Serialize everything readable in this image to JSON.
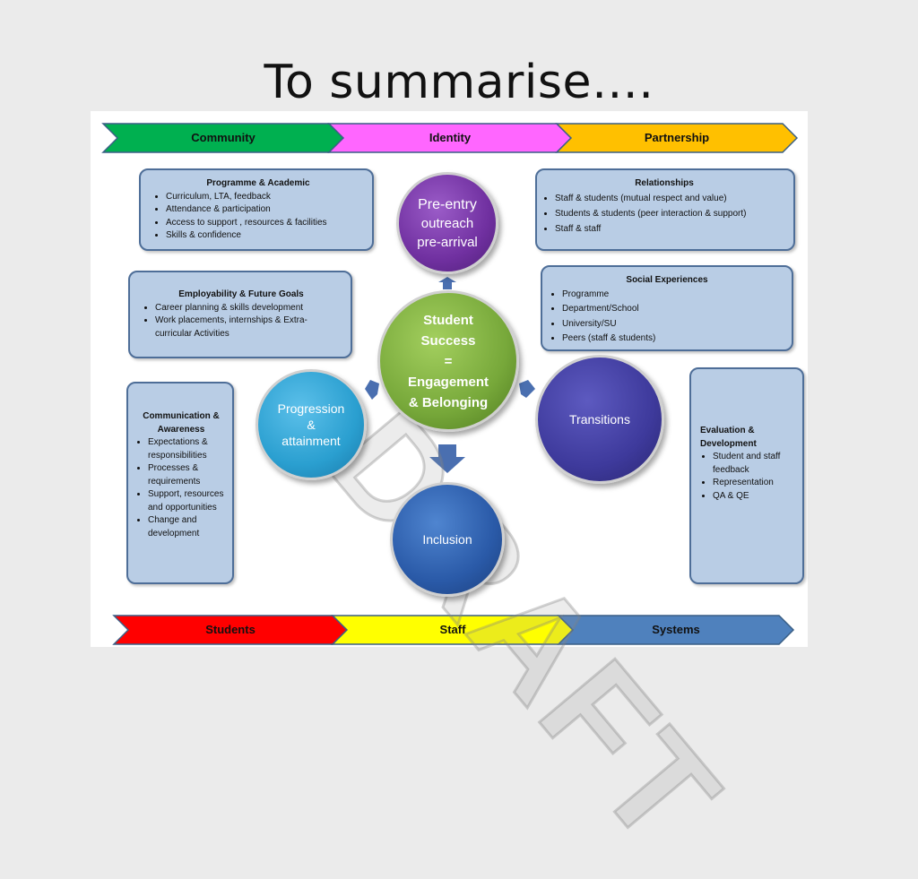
{
  "title": "To summarise….",
  "top_bar": [
    {
      "label": "Community",
      "color": "#00b050"
    },
    {
      "label": "Identity",
      "color": "#ff66ff"
    },
    {
      "label": "Partnership",
      "color": "#ffc000"
    }
  ],
  "bottom_bar": [
    {
      "label": "Students",
      "color": "#ff0000"
    },
    {
      "label": "Staff",
      "color": "#ffff00"
    },
    {
      "label": "Systems",
      "color": "#4f81bd"
    }
  ],
  "boxes": {
    "programme": {
      "title": "Programme & Academic",
      "items": [
        "Curriculum, LTA, feedback",
        "Attendance & participation",
        "Access to support , resources & facilities",
        "Skills & confidence"
      ]
    },
    "employability": {
      "title": "Employability & Future Goals",
      "items": [
        "Career planning & skills development",
        "Work placements, internships & Extra-curricular Activities"
      ]
    },
    "communication": {
      "title": "Communication & Awareness",
      "items": [
        "Expectations & responsibilities",
        "Processes & requirements",
        "Support, resources and opportunities",
        "Change and development"
      ]
    },
    "relationships": {
      "title": "Relationships",
      "items": [
        "Staff & students (mutual respect and value)",
        "Students & students (peer interaction & support)",
        "Staff & staff"
      ]
    },
    "social": {
      "title": "Social Experiences",
      "items": [
        "Programme",
        "Department/School",
        "University/SU",
        "Peers (staff & students)"
      ]
    },
    "evaluation": {
      "title": "Evaluation & Development",
      "items": [
        "Student and staff feedback",
        "Representation",
        "QA & QE"
      ]
    }
  },
  "circles": {
    "preentry": {
      "line1": "Pre-entry",
      "line2": "outreach",
      "line3": "pre-arrival",
      "color": "#7030a0"
    },
    "center": {
      "line1": "Student",
      "line2": "Success",
      "line3": "=",
      "line4": "Engagement",
      "line5": "& Belonging",
      "color": "#77a83a"
    },
    "progression": {
      "line1": "Progression",
      "line2": "&",
      "line3": "attainment",
      "color": "#2a9fd0"
    },
    "transitions": {
      "label": "Transitions",
      "color": "#3e3a9c"
    },
    "inclusion": {
      "label": "Inclusion",
      "color": "#2a5aa8"
    }
  },
  "watermark": "DRAFT"
}
